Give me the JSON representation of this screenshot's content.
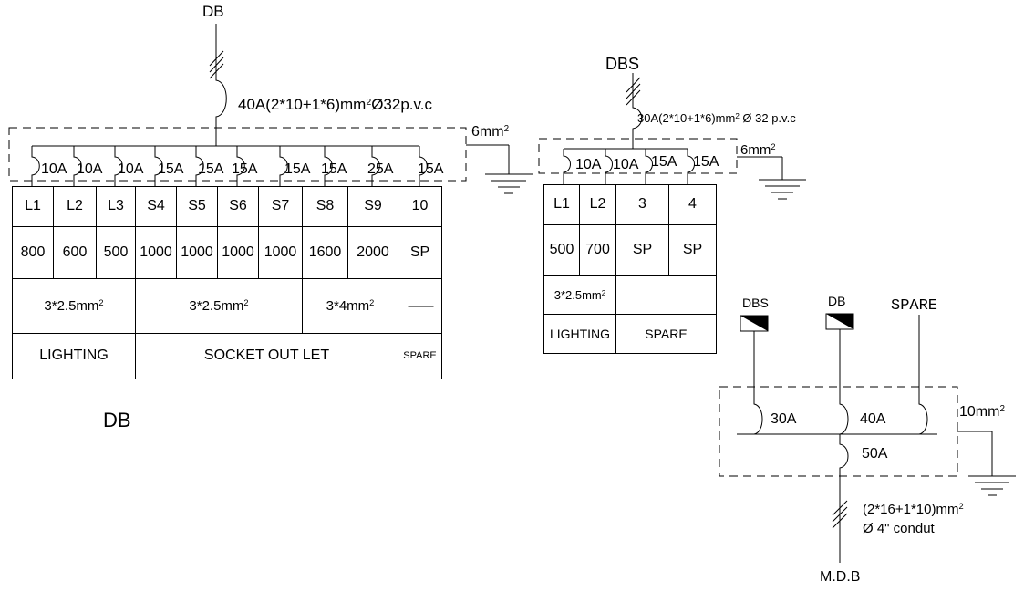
{
  "db_panel": {
    "source_label": "DB",
    "feeder_cable": {
      "pre": "40A(2*10+1*6)mm",
      "sup": "2",
      "post": "Ø32p.v.c"
    },
    "earth_label": {
      "pre": "6mm",
      "sup": "2"
    },
    "breakers": [
      "10A",
      "10A",
      "10A",
      "15A",
      "15A",
      "15A",
      "15A",
      "15A",
      "25A",
      "15A"
    ],
    "table": {
      "circuits": [
        "L1",
        "L2",
        "L3",
        "S4",
        "S5",
        "S6",
        "S7",
        "S8",
        "S9",
        "10"
      ],
      "loads": [
        "800",
        "600",
        "500",
        "1000",
        "1000",
        "1000",
        "1000",
        "1600",
        "2000",
        "SP"
      ],
      "cables": [
        {
          "pre": "3*2.5mm",
          "sup": "2"
        },
        {
          "pre": "3*2.5mm",
          "sup": "2"
        },
        {
          "pre": "3*4mm",
          "sup": "2"
        },
        {
          "pre": "——",
          "sup": ""
        }
      ],
      "uses": [
        "LIGHTING",
        "SOCKET OUT LET",
        "SPARE"
      ]
    },
    "caption": "DB"
  },
  "dbs_panel": {
    "source_label": "DBS",
    "feeder_cable": {
      "pre": "30A(2*10+1*6)mm",
      "sup": "2",
      "post": " Ø 32 p.v.c"
    },
    "earth_label": {
      "pre": "6mm",
      "sup": "2"
    },
    "breakers": [
      "10A",
      "10A",
      "15A",
      "15A"
    ],
    "table": {
      "circuits": [
        "L1",
        "L2",
        "3",
        "4"
      ],
      "loads": [
        "500",
        "700",
        "SP",
        "SP"
      ],
      "cables": [
        {
          "pre": "3*2.5mm",
          "sup": "2"
        },
        {
          "pre": "————",
          "sup": ""
        }
      ],
      "uses": [
        "LIGHTING",
        "SPARE"
      ]
    }
  },
  "mdb_panel": {
    "feeders": [
      {
        "label": "DBS",
        "breaker": "30A"
      },
      {
        "label": "DB",
        "breaker": "40A"
      },
      {
        "label": "SPARE",
        "breaker": ""
      }
    ],
    "main_breaker": "50A",
    "earth_label": {
      "pre": "10mm",
      "sup": "2"
    },
    "incomer_cable": {
      "pre": "(2*16+1*10)mm",
      "sup": "2",
      "line2": "Ø 4\" condut"
    },
    "source_label": "M.D.B"
  }
}
